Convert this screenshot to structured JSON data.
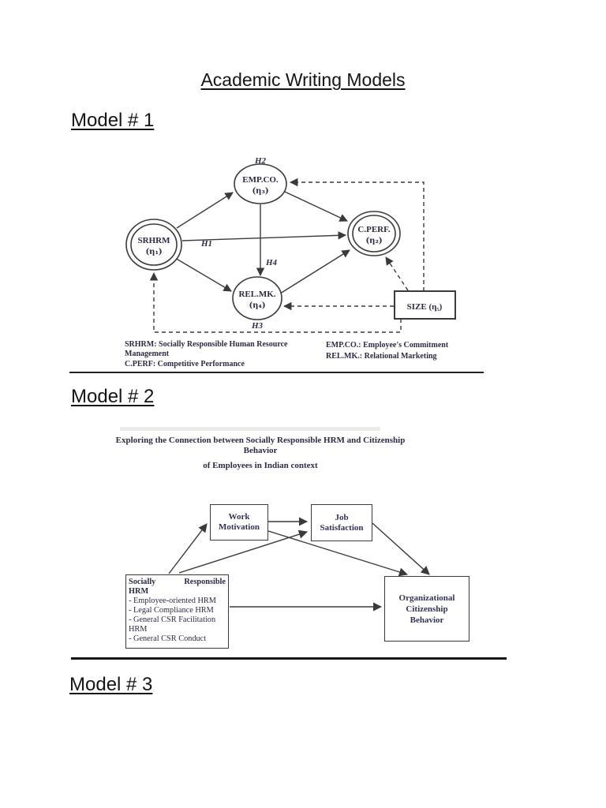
{
  "page": {
    "title": "Academic Writing Models"
  },
  "headings": {
    "model1": "Model # 1",
    "model2": "Model # 2",
    "model3": "Model # 3"
  },
  "colors": {
    "ink": "#2b2b45",
    "line": "#3a3a3a",
    "heading": "#151515"
  },
  "model1": {
    "nodes": {
      "empco": {
        "label": "EMP.CO.",
        "eta": "(η₃)"
      },
      "srhrm": {
        "label": "SRHRM",
        "eta": "(η₁)"
      },
      "cperf": {
        "label": "C.PERF.",
        "eta": "(η₂)"
      },
      "relmk": {
        "label": "REL.MK.",
        "eta": "(η₄)"
      },
      "size": {
        "label": "SIZE (η₅)"
      }
    },
    "hypotheses": {
      "h1": "H1",
      "h2": "H2",
      "h3": "H3",
      "h4": "H4"
    },
    "legend": {
      "left": [
        "SRHRM: Socially Responsible Human Resource Management",
        "C.PERF: Competitive Performance"
      ],
      "right": [
        "EMP.CO.: Employee's Commitment",
        "REL.MK.: Relational Marketing"
      ]
    }
  },
  "model2": {
    "title_line1": "Exploring the Connection between Socially Responsible HRM and Citizenship Behavior",
    "title_line2": "of Employees in Indian context",
    "boxes": {
      "work_motivation": {
        "line1": "Work",
        "line2": "Motivation"
      },
      "job_satisfaction": {
        "line1": "Job",
        "line2": "Satisfaction"
      },
      "srhrm": {
        "title_word1": "Socially",
        "title_word2": "Responsible",
        "title_line2": "HRM",
        "items": [
          "- Employee-oriented HRM",
          "- Legal Compliance HRM",
          "- General CSR Facilitation HRM",
          "- General CSR Conduct"
        ]
      },
      "ocb": {
        "line1": "Organizational",
        "line2": "Citizenship",
        "line3": "Behavior"
      }
    }
  }
}
